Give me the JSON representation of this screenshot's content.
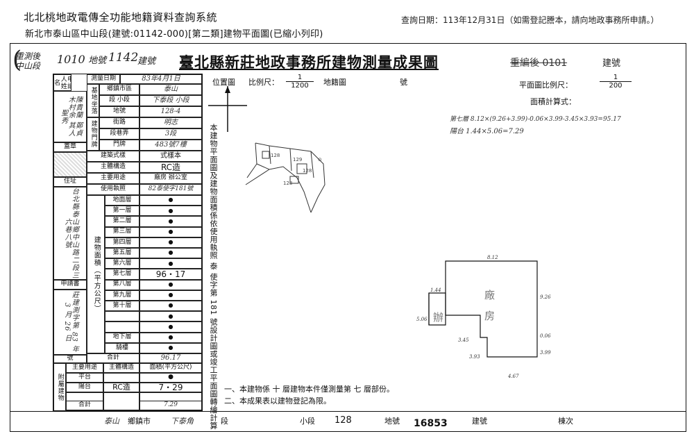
{
  "header": {
    "system_title": "北北桃地政電傳全功能地籍資料查詢系統",
    "subtitle": "新北市泰山區中山段(建號:01142-000)[第二類]建物平面圖(已縮小列印)",
    "query_date": "查詢日期：113年12月31日（如需登記謄本，請向地政事務所申請。）"
  },
  "stamp": {
    "line1": "重測後",
    "line2": "中山段",
    "num1": "1010",
    "label1": "地號",
    "num2": "1142",
    "label2": "建號"
  },
  "document": {
    "title": "臺北縣新莊地政事務所建物測量成果圖",
    "title_suffix_struck": "重編後  0101",
    "title_suffix": "建號"
  },
  "left_table": {
    "applicant_header": "申請人姓名",
    "applicant_names": "陳貴蘭 鄭貞 木村余 其人 聖秀",
    "seal_label": "蓋章",
    "address_label": "住址",
    "address_text": "台北縣泰山鄉中山路二段三六巷八號",
    "application_label": "申請書",
    "application_text": "莊建測字第 83 年 3 月 26 日",
    "no_label": "號",
    "survey_date_label": "測量日期",
    "survey_date_value": "83年4月1日",
    "land_label": "基地坐落",
    "township_label": "鄉鎮市區",
    "township_value": "泰山",
    "section_label": "段 小段",
    "section_value": "下泰段  小段",
    "land_no_label": "地號",
    "land_no_value": "128-4",
    "door_label": "建物門牌",
    "street_label": "街路",
    "street_value": "明志",
    "lane_label": "段巷弄",
    "lane_value": "3段",
    "door_no_label": "門牌",
    "door_no_value": "483號7樓",
    "style_label": "建築式樣",
    "style_value": "式樣本",
    "structure_label": "主體構造",
    "structure_value": "RC造",
    "use_label": "主要用途",
    "use_value": "廠房 辦公室",
    "permit_label": "使用執照",
    "permit_value": "82泰使字181號",
    "area_label": "建物面積（平方公尺）",
    "floors": [
      {
        "name": "地面層",
        "area": "●"
      },
      {
        "name": "第一層",
        "area": "●"
      },
      {
        "name": "第二層",
        "area": "●"
      },
      {
        "name": "第三層",
        "area": "●"
      },
      {
        "name": "第四層",
        "area": "●"
      },
      {
        "name": "第五層",
        "area": "●"
      },
      {
        "name": "第六層",
        "area": "●"
      },
      {
        "name": "第七層",
        "area": "96・17"
      },
      {
        "name": "第八層",
        "area": "●"
      },
      {
        "name": "第九層",
        "area": "●"
      },
      {
        "name": "第十層",
        "area": "●"
      },
      {
        "name": "",
        "area": "●"
      },
      {
        "name": "",
        "area": "●"
      },
      {
        "name": "地下層",
        "area": "●"
      },
      {
        "name": "騎樓",
        "area": "●"
      }
    ],
    "total_label": "合計",
    "total_value": "96.17",
    "annex_label": "附屬建物",
    "annex_use_label": "主要用途",
    "annex_struct_label": "主體構造",
    "annex_area_label": "面積(平方公尺)",
    "annex_rows": [
      {
        "use": "平台",
        "struct": "",
        "area": "●"
      },
      {
        "use": "陽台",
        "struct": "RC造",
        "area": "7・29"
      }
    ],
    "annex_total_label": "合計",
    "annex_total_value": "7.29"
  },
  "middle": {
    "position_label": "位置圖",
    "scale_label": "比例尺：",
    "scale_num": "1",
    "scale_den": "1200",
    "cadastral_label": "地籍圖",
    "cadastral_no": "號",
    "vertical_note": "本建物平面圖及建物面積係依使用執照  泰 使字第 181 號設計圖或竣工平面圖轉繪計算"
  },
  "plan": {
    "scale_label": "平面圖比例尺：",
    "scale_num": "1",
    "scale_den": "200",
    "calc_label": "面積計算式：",
    "calc_line1": "第七層 8.12×(9.26+3.99)-0.06×3.99-3.45×3.93=95.17",
    "calc_line2": "陽台 1.44×5.06=7.29",
    "room_label1": "辦",
    "room_label2": "廠",
    "room_label3": "房",
    "dims": [
      "8.12",
      "1.44",
      "9.26",
      "5.06",
      "0.06",
      "3.45",
      "3.99",
      "3.93",
      "4.67"
    ]
  },
  "notes": {
    "note1": "一、本建物係  十  層建物本件僅測量第  七  層部份。",
    "note2": "二、本成果表以建物登記為限。"
  },
  "footer": {
    "township": "鄉鎮市",
    "township_value": "泰山",
    "section_value": "下泰角",
    "section_label": "段",
    "subsection_label": "小段",
    "land_no": "128",
    "land_label": "地號",
    "land_value": "16853",
    "building_label": "建號",
    "unit_label": "棟次"
  }
}
